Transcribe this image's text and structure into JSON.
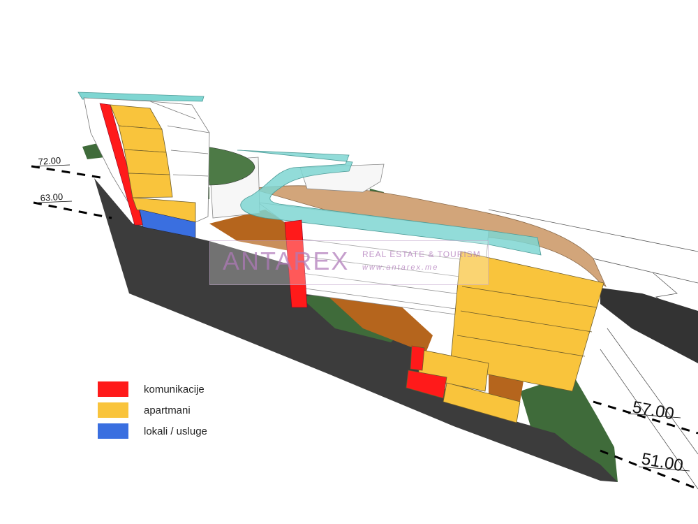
{
  "elevations": [
    {
      "id": "e72",
      "label": "72.00"
    },
    {
      "id": "e63",
      "label": "63.00"
    },
    {
      "id": "e57",
      "label": "57.00"
    },
    {
      "id": "e51",
      "label": "51.00"
    }
  ],
  "legend": [
    {
      "label": "komunikacije",
      "color": "#ff1a1a"
    },
    {
      "label": "apartmani",
      "color": "#f9c43c"
    },
    {
      "label": "lokali / usluge",
      "color": "#3a6fe0"
    }
  ],
  "watermark": {
    "brand": "ANTAREX",
    "tagline": "REAL ESTATE & TOURISM",
    "url": "www.antarex.me"
  },
  "colors": {
    "ground": "#3c3c3c",
    "communication": "#ff1a1a",
    "apartments": "#f9c43c",
    "services": "#3a6fe0",
    "glass": "#7fd6d2",
    "terrace": "#d2a57a",
    "greenery": "#3f6b3a",
    "shadow": "#b5651d"
  }
}
